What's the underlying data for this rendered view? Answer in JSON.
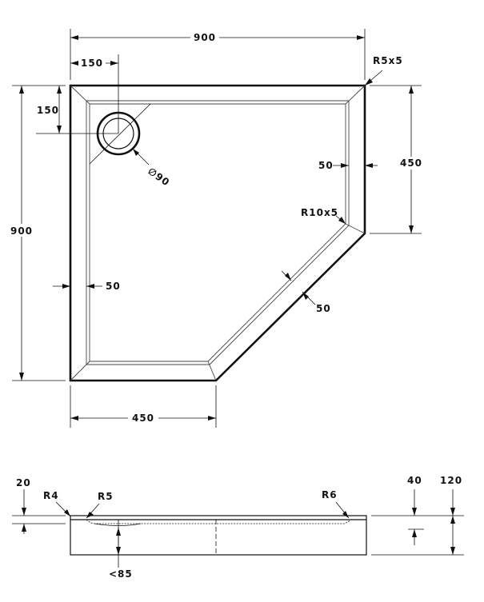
{
  "top_view": {
    "dims": {
      "overall_width": "900",
      "overall_height": "900",
      "drain_offset_x": "150",
      "drain_offset_y": "150",
      "corner_radius": "R5x5",
      "side_depth_right": "450",
      "rim_right": "50",
      "rim_left": "50",
      "rim_diagonal": "50",
      "inner_radius": "R10x5",
      "bottom_width": "450",
      "drain_diameter": "∅90"
    }
  },
  "side_view": {
    "dims": {
      "rim_height": "20",
      "radius_left": "R4",
      "radius_inner": "R5",
      "radius_right": "R6",
      "depth_right": "40",
      "total_height": "120",
      "drain_depth": "<85"
    }
  }
}
